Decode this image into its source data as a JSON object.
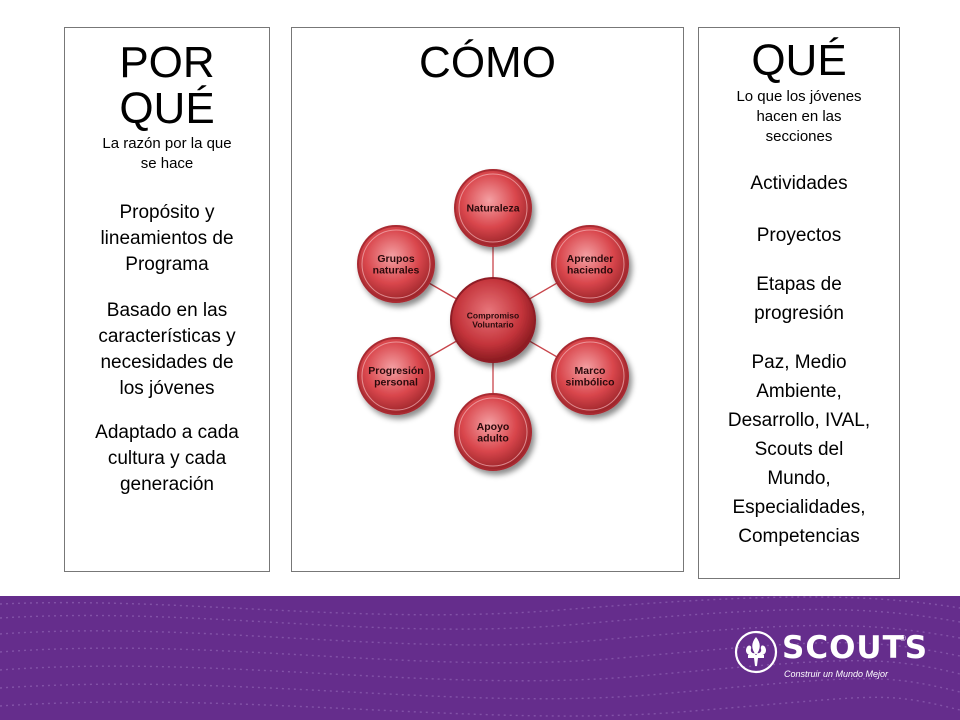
{
  "por_que": {
    "title_line1": "POR",
    "title_line2": "QUÉ",
    "subtitle_line1": "La razón por la que",
    "subtitle_line2": "se hace",
    "items": [
      [
        "Propósito y",
        "lineamientos de",
        "Programa"
      ],
      [
        "Basado en las",
        "características y",
        "necesidades de",
        "los jóvenes"
      ],
      [
        "Adaptado a cada",
        "cultura y cada",
        "generación"
      ]
    ]
  },
  "como": {
    "title": "CÓMO",
    "center": [
      "Compromiso",
      "Voluntario"
    ],
    "nodes": [
      [
        "Naturaleza"
      ],
      [
        "Aprender",
        "haciendo"
      ],
      [
        "Marco",
        "simbólico"
      ],
      [
        "Apoyo",
        "adulto"
      ],
      [
        "Progresión",
        "personal"
      ],
      [
        "Grupos",
        "naturales"
      ]
    ],
    "node_color": "#d9464c"
  },
  "que": {
    "title": "QUÉ",
    "subtitle": [
      "Lo que los jóvenes",
      "hacen en las",
      "secciones"
    ],
    "items": [
      [
        "Actividades"
      ],
      [
        "Proyectos"
      ],
      [
        "Etapas de",
        "progresión"
      ],
      [
        "Paz, Medio",
        "Ambiente,",
        "Desarrollo, IVAL,",
        "Scouts del",
        "Mundo,",
        "Especialidades,",
        "Competencias"
      ]
    ]
  },
  "footer": {
    "brand": "SCOUTS",
    "registered": "®",
    "tagline": "Construir un Mundo Mejor",
    "background": "#652d8c"
  }
}
